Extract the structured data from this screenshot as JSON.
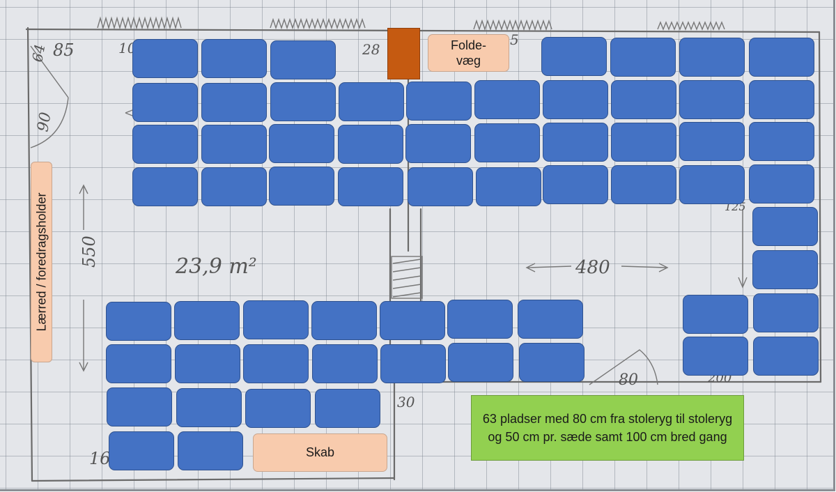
{
  "labels": {
    "screen": "Lærred / foredragsholder",
    "folding_wall": "Folde-\nvæg",
    "cabinet": "Skab",
    "note": "63 pladser med 80 cm fra stoleryg til stoleryg og 50 cm pr. sæde samt 100 cm bred gang"
  },
  "sketch_text": {
    "area": "23,9 m²",
    "dim_550": "550",
    "dim_480": "480",
    "dim_85": "85",
    "dim_64": "64",
    "dim_90": "90",
    "dim_28": "28",
    "dim_30": "30",
    "dim_80": "80",
    "dim_16": "16",
    "dim_10": "10",
    "dim_25": "5",
    "dim_125": "125",
    "dim_200": "200"
  },
  "seats": {
    "count": 63,
    "color": "#4472c4"
  },
  "colors": {
    "seat": "#4472c4",
    "label_box": "#f8cbad",
    "partition": "#c55a11",
    "note": "#92d050"
  }
}
